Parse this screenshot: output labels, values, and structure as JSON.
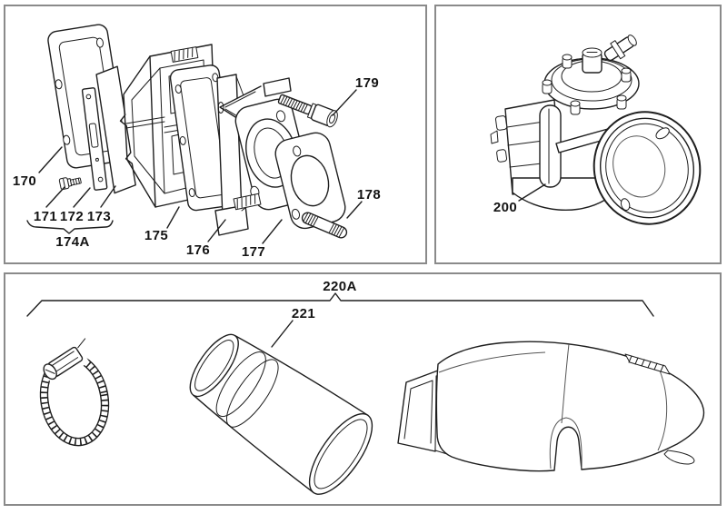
{
  "diagram": {
    "colors": {
      "background": "#ffffff",
      "panel_border": "#8a8a8a",
      "line_art": "#1e1e1e",
      "label_text": "#141414"
    },
    "panels": {
      "reed_valve_assembly": {
        "callouts": [
          "170",
          "171",
          "172",
          "173",
          "174A",
          "175",
          "176",
          "177",
          "178",
          "179"
        ]
      },
      "carburetor": {
        "callouts": [
          "200"
        ]
      },
      "intake_silencer": {
        "callouts": [
          "220A",
          "221"
        ]
      }
    }
  }
}
